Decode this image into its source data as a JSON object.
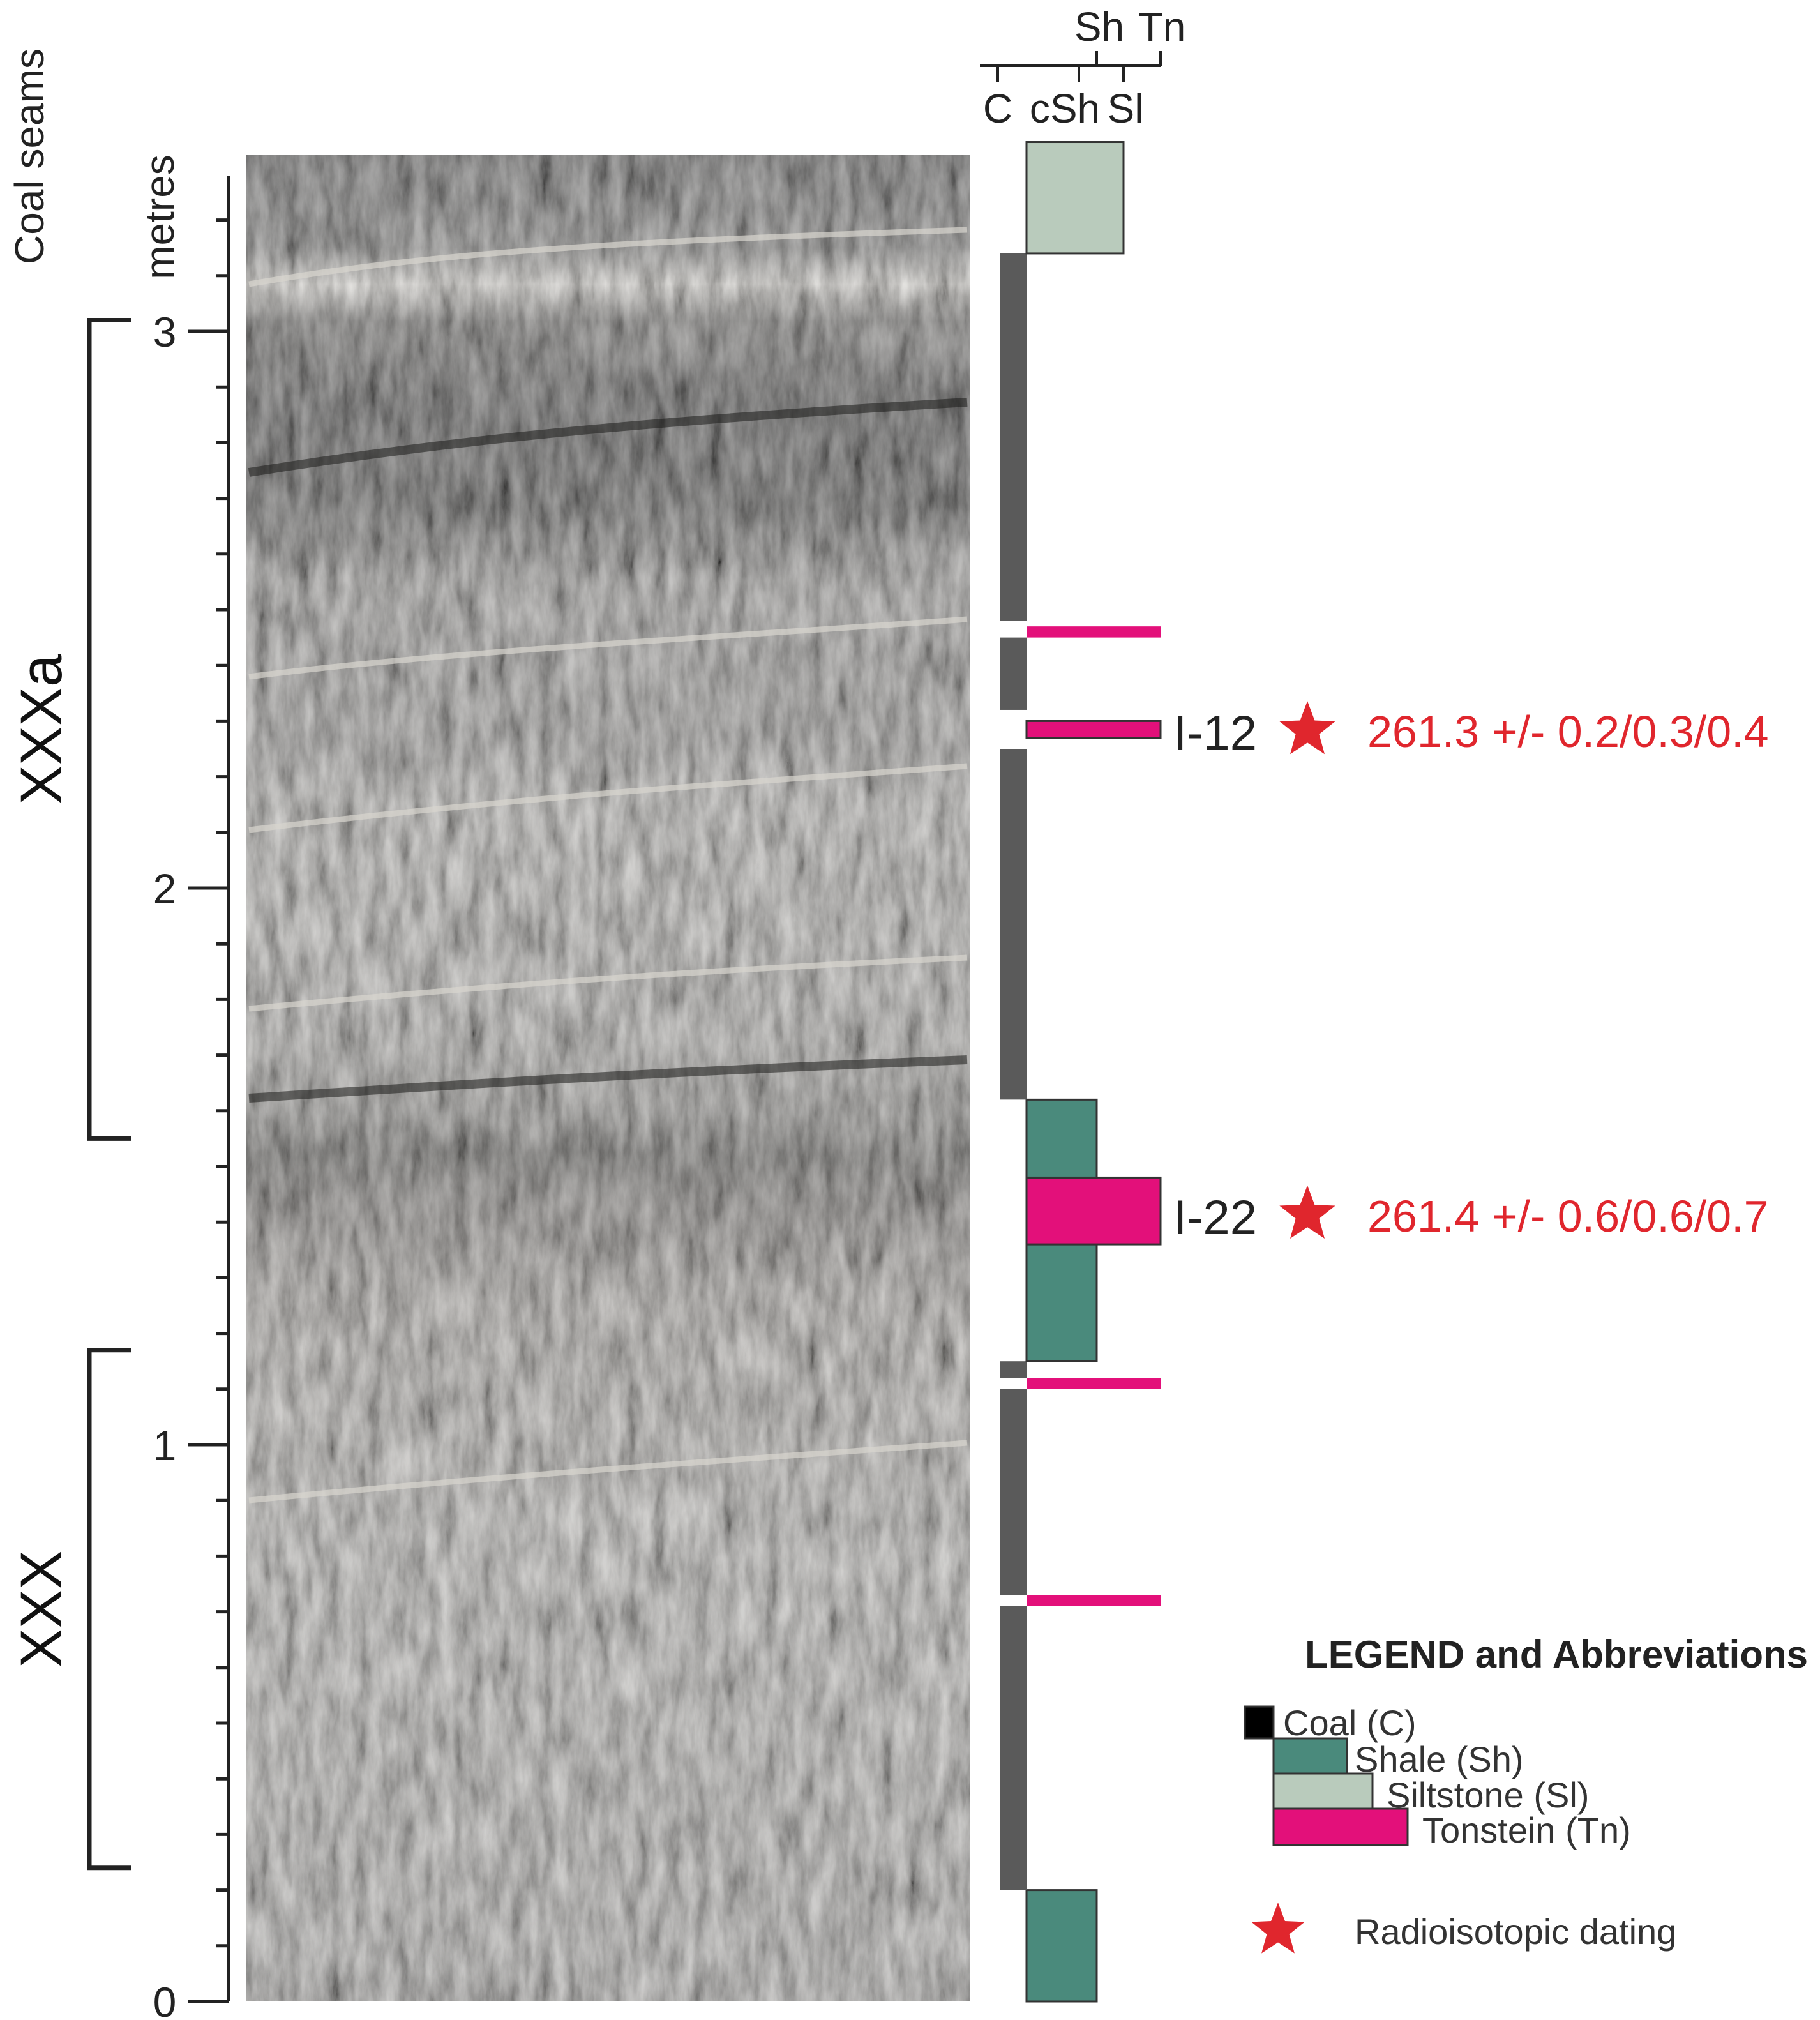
{
  "axis": {
    "title": "metres",
    "ticks": [
      "0",
      "1",
      "2",
      "3"
    ]
  },
  "seams": {
    "title": "Coal seams",
    "items": [
      {
        "label": "XXXa",
        "from_m": 1.55,
        "to_m": 3.02
      },
      {
        "label": "XXX",
        "from_m": 0.24,
        "to_m": 1.17
      }
    ]
  },
  "lithology_scale": {
    "top_labels": [
      "Sh",
      "Tn"
    ],
    "bottom_labels": [
      "C",
      "cSh",
      "Sl"
    ]
  },
  "column": {
    "layers": [
      {
        "lith": "Shale",
        "from_m": 0.0,
        "to_m": 0.2
      },
      {
        "lith": "Coal",
        "from_m": 0.2,
        "to_m": 0.71
      },
      {
        "lith": "Tonstein",
        "from_m": 0.71,
        "to_m": 0.73
      },
      {
        "lith": "Coal",
        "from_m": 0.73,
        "to_m": 1.1
      },
      {
        "lith": "Tonstein",
        "from_m": 1.1,
        "to_m": 1.12
      },
      {
        "lith": "Coal",
        "from_m": 1.12,
        "to_m": 1.15
      },
      {
        "lith": "Shale",
        "from_m": 1.15,
        "to_m": 1.36
      },
      {
        "lith": "Tonstein",
        "from_m": 1.36,
        "to_m": 1.48
      },
      {
        "lith": "Shale",
        "from_m": 1.48,
        "to_m": 1.62
      },
      {
        "lith": "Coal",
        "from_m": 1.62,
        "to_m": 2.25
      },
      {
        "lith": "Tonstein",
        "from_m": 2.27,
        "to_m": 2.3
      },
      {
        "lith": "Coal",
        "from_m": 2.32,
        "to_m": 2.45
      },
      {
        "lith": "Tonstein",
        "from_m": 2.45,
        "to_m": 2.47
      },
      {
        "lith": "Coal",
        "from_m": 2.48,
        "to_m": 3.14
      },
      {
        "lith": "Siltstone",
        "from_m": 3.14,
        "to_m": 3.34
      }
    ]
  },
  "samples": [
    {
      "id": "I-12",
      "depth_m": 2.29,
      "age": "261.3 +/- 0.2/0.3/0.4"
    },
    {
      "id": "I-22",
      "depth_m": 1.42,
      "age": "261.4 +/- 0.6/0.6/0.7"
    }
  ],
  "legend": {
    "title": "LEGEND and Abbreviations",
    "items": [
      "Coal (C)",
      "Shale (Sh)",
      "Siltstone (Sl)",
      "Tonstein (Tn)"
    ],
    "dating": "Radioisotopic dating"
  },
  "colors": {
    "Coal": "#5a5a5a",
    "Coal_legend": "#000000",
    "Shale": "#4a8a7c",
    "Siltstone": "#b9cbbc",
    "Tonstein": "#e3107a",
    "age_text": "#e0262d",
    "star": "#e0262d",
    "ink": "#222222"
  }
}
